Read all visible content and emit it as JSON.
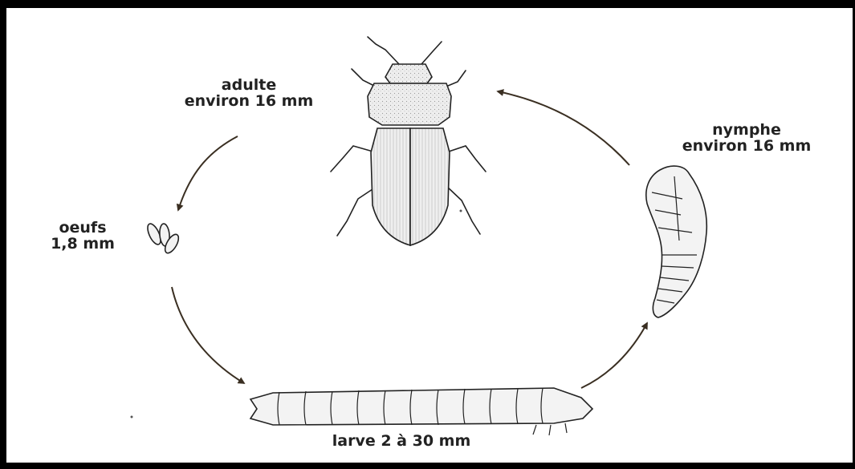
{
  "stages": {
    "adult": {
      "name": "adulte",
      "size": "environ 16 mm"
    },
    "pupa": {
      "name": "nymphe",
      "size": "environ 16 mm"
    },
    "eggs": {
      "name": "oeufs",
      "size": "1,8 mm"
    },
    "larva": {
      "label": "larve 2 à 30 mm"
    }
  },
  "colors": {
    "frame": "#000000",
    "ink": "#3a2f22",
    "fill": "#eeeeee",
    "text": "#222222"
  }
}
